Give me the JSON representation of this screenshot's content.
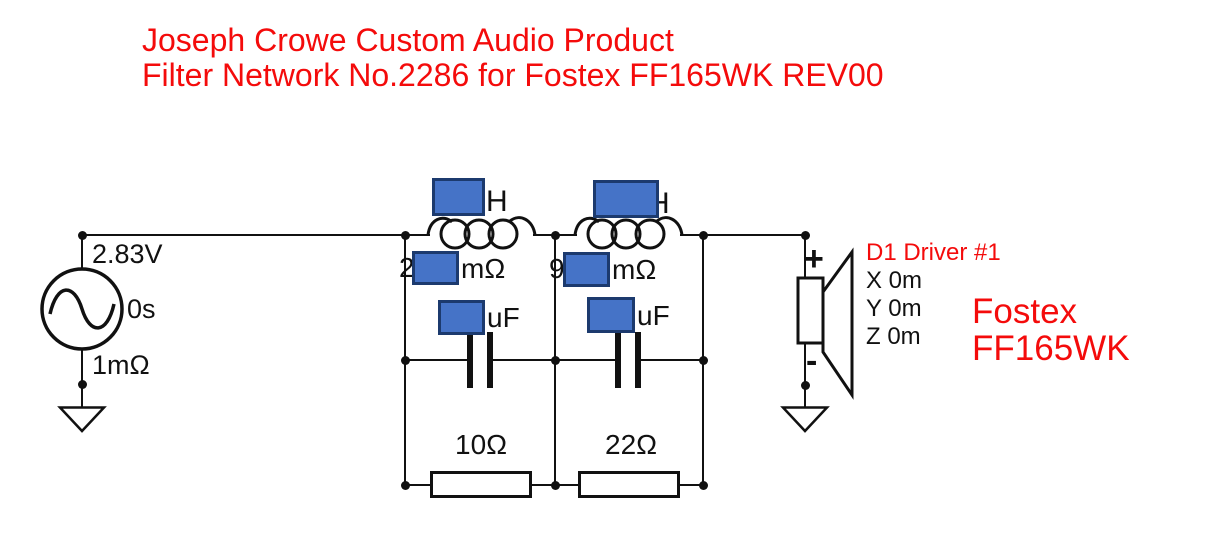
{
  "title": {
    "line1": "Joseph Crowe Custom Audio Product",
    "line2": "Filter Network No.2286 for Fostex FF165WK REV00"
  },
  "source": {
    "voltage": "2.83V",
    "delay": "0s",
    "impedance": "1mΩ"
  },
  "network": {
    "inductors": [
      {
        "unit_suffix": "H",
        "esr_prefix": "2",
        "esr_suffix": "mΩ"
      },
      {
        "unit_suffix": "H",
        "esr_prefix": "9",
        "esr_suffix": "mΩ"
      }
    ],
    "capacitors": [
      {
        "unit_suffix": "uF"
      },
      {
        "unit_suffix": "uF"
      }
    ],
    "resistors": [
      {
        "value": "10Ω"
      },
      {
        "value": "22Ω"
      }
    ]
  },
  "driver": {
    "polarity_plus": "+",
    "polarity_minus": "-",
    "name": "D1 Driver #1",
    "x": "X 0m",
    "y": "Y 0m",
    "z": "Z 0m",
    "brand": "Fostex",
    "model": "FF165WK"
  },
  "colors": {
    "red_text": "#f40b0b",
    "ink": "#111111",
    "redaction_fill": "#4573c7",
    "redaction_border": "#1c3a6e"
  }
}
